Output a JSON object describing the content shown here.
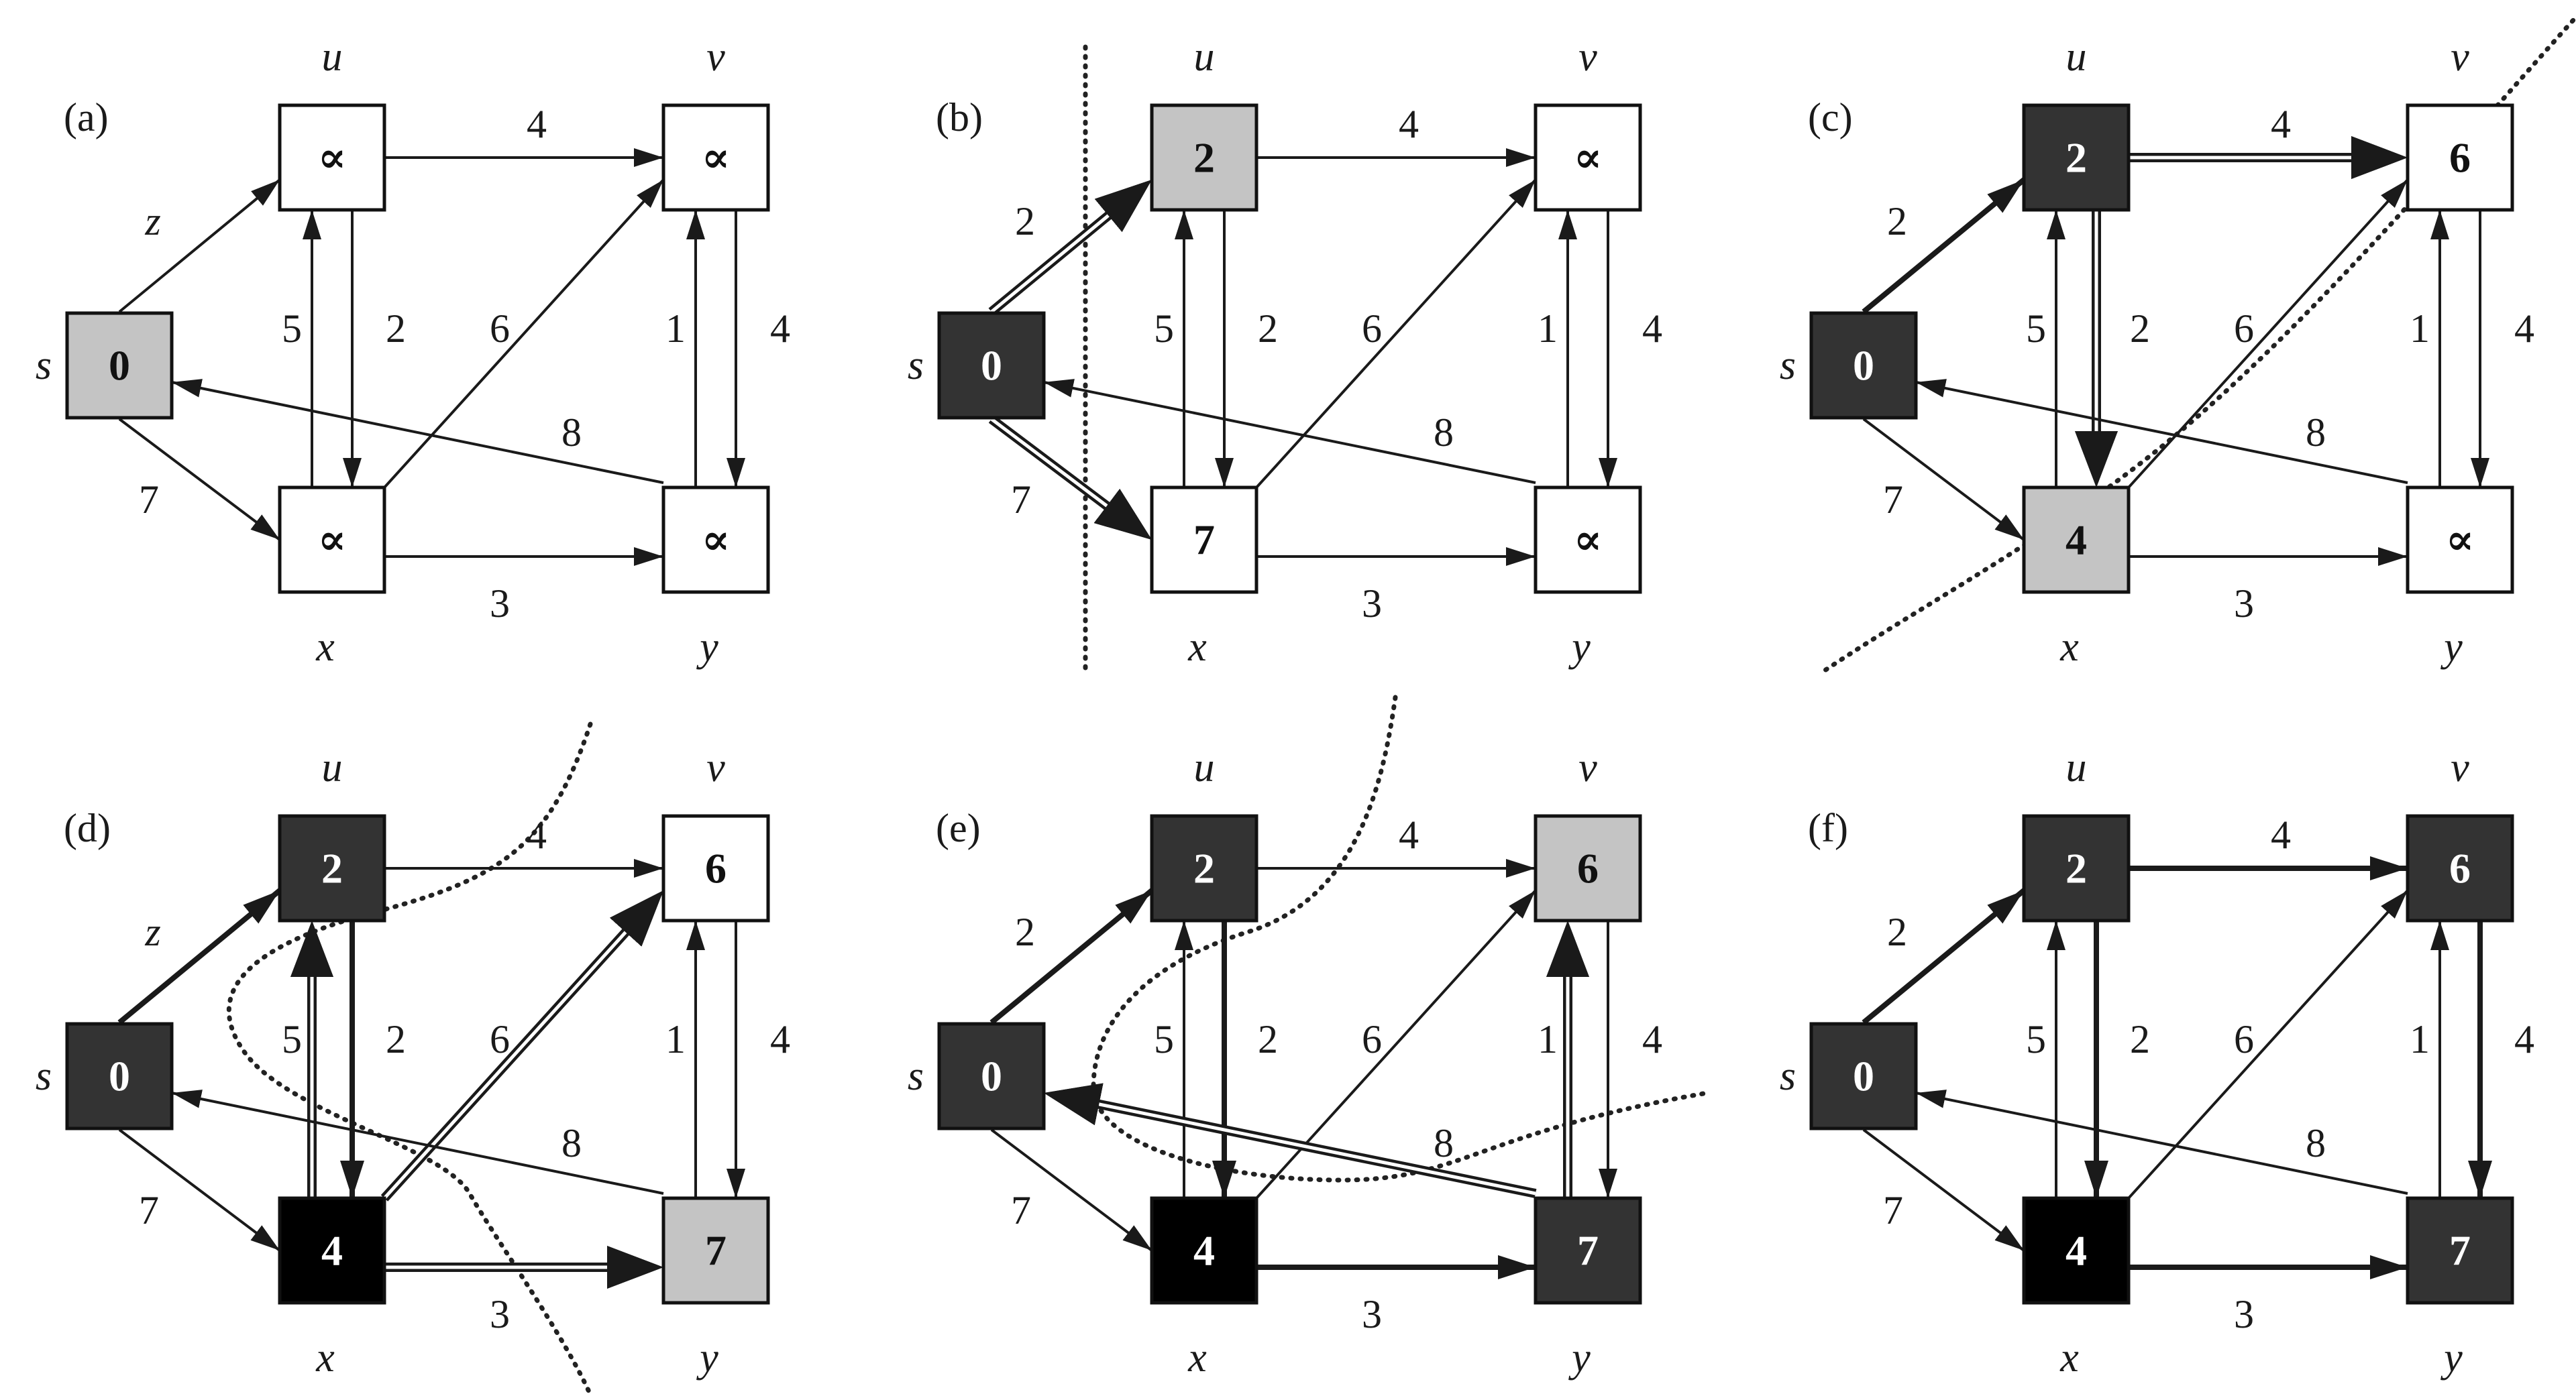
{
  "diagram": {
    "vertex_names": {
      "s": "s",
      "u": "u",
      "v": "v",
      "x": "x",
      "y": "y"
    },
    "colors": {
      "white": "#ffffff",
      "gray": "#c4c4c4",
      "dark": "#333333",
      "black": "#000000",
      "edge": "#1a1a1a"
    },
    "edges": [
      {
        "id": "su",
        "from": "s",
        "to": "u",
        "weight": "2"
      },
      {
        "id": "sx",
        "from": "s",
        "to": "x",
        "weight": "7"
      },
      {
        "id": "uv",
        "from": "u",
        "to": "v",
        "weight": "4"
      },
      {
        "id": "ux",
        "from": "u",
        "to": "x",
        "weight": "2"
      },
      {
        "id": "xu",
        "from": "x",
        "to": "u",
        "weight": "5"
      },
      {
        "id": "xv",
        "from": "x",
        "to": "v",
        "weight": "6"
      },
      {
        "id": "xy",
        "from": "x",
        "to": "y",
        "weight": "3"
      },
      {
        "id": "vy",
        "from": "v",
        "to": "y",
        "weight": "4"
      },
      {
        "id": "yv",
        "from": "y",
        "to": "v",
        "weight": "1"
      },
      {
        "id": "ys",
        "from": "y",
        "to": "s",
        "weight": "8"
      }
    ],
    "panels": [
      {
        "label": "(a)",
        "nodes": {
          "s": {
            "value": "0",
            "fill": "gray"
          },
          "u": {
            "value": "∝",
            "fill": "white"
          },
          "v": {
            "value": "∝",
            "fill": "white"
          },
          "x": {
            "value": "∝",
            "fill": "white"
          },
          "y": {
            "value": "∝",
            "fill": "white"
          }
        },
        "edge_styles": {},
        "edge_label_overrides": {
          "su": "z"
        }
      },
      {
        "label": "(b)",
        "nodes": {
          "s": {
            "value": "0",
            "fill": "dark"
          },
          "u": {
            "value": "2",
            "fill": "gray"
          },
          "v": {
            "value": "∝",
            "fill": "white"
          },
          "x": {
            "value": "7",
            "fill": "white"
          },
          "y": {
            "value": "∝",
            "fill": "white"
          }
        },
        "edge_styles": {
          "su": "double",
          "sx": "double"
        },
        "edge_label_overrides": {}
      },
      {
        "label": "(c)",
        "nodes": {
          "s": {
            "value": "0",
            "fill": "dark"
          },
          "u": {
            "value": "2",
            "fill": "dark"
          },
          "v": {
            "value": "6",
            "fill": "white"
          },
          "x": {
            "value": "4",
            "fill": "gray"
          },
          "y": {
            "value": "∝",
            "fill": "white"
          }
        },
        "edge_styles": {
          "su": "bold",
          "uv": "double",
          "ux": "double"
        },
        "edge_label_overrides": {}
      },
      {
        "label": "(d)",
        "nodes": {
          "s": {
            "value": "0",
            "fill": "dark"
          },
          "u": {
            "value": "2",
            "fill": "dark"
          },
          "v": {
            "value": "6",
            "fill": "white"
          },
          "x": {
            "value": "4",
            "fill": "black"
          },
          "y": {
            "value": "7",
            "fill": "gray"
          }
        },
        "edge_styles": {
          "su": "bold",
          "ux": "bold",
          "xu": "double",
          "xv": "double",
          "xy": "double"
        },
        "edge_label_overrides": {
          "su": "z"
        }
      },
      {
        "label": "(e)",
        "nodes": {
          "s": {
            "value": "0",
            "fill": "dark"
          },
          "u": {
            "value": "2",
            "fill": "dark"
          },
          "v": {
            "value": "6",
            "fill": "gray"
          },
          "x": {
            "value": "4",
            "fill": "black"
          },
          "y": {
            "value": "7",
            "fill": "dark"
          }
        },
        "edge_styles": {
          "su": "bold",
          "ux": "bold",
          "xy": "bold",
          "yv": "double",
          "ys": "double"
        },
        "edge_label_overrides": {}
      },
      {
        "label": "(f)",
        "nodes": {
          "s": {
            "value": "0",
            "fill": "dark"
          },
          "u": {
            "value": "2",
            "fill": "dark"
          },
          "v": {
            "value": "6",
            "fill": "dark"
          },
          "x": {
            "value": "4",
            "fill": "black"
          },
          "y": {
            "value": "7",
            "fill": "dark"
          }
        },
        "edge_styles": {
          "su": "bold",
          "ux": "bold",
          "xy": "bold",
          "uv": "bold",
          "vy": "bold"
        },
        "edge_label_overrides": {}
      }
    ]
  }
}
